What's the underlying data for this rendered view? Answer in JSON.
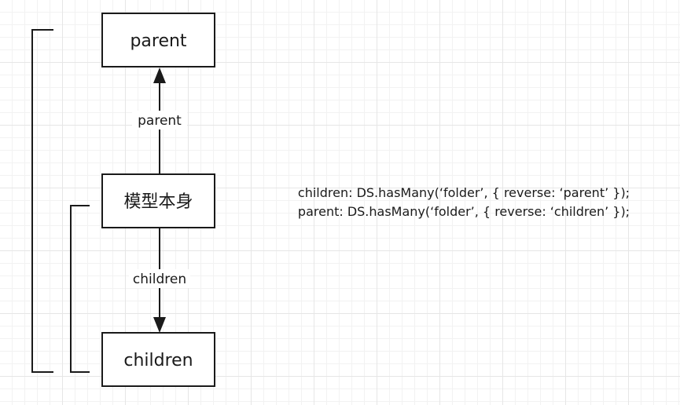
{
  "nodes": {
    "parent": "parent",
    "self": "模型本身",
    "children": "children"
  },
  "edges": {
    "up_label": "parent",
    "down_label": "children"
  },
  "code": {
    "line1": "children: DS.hasMany(‘folder’, { reverse: ‘parent’ });",
    "line2": "parent: DS.hasMany(‘folder’, { reverse: ‘children’ });"
  }
}
